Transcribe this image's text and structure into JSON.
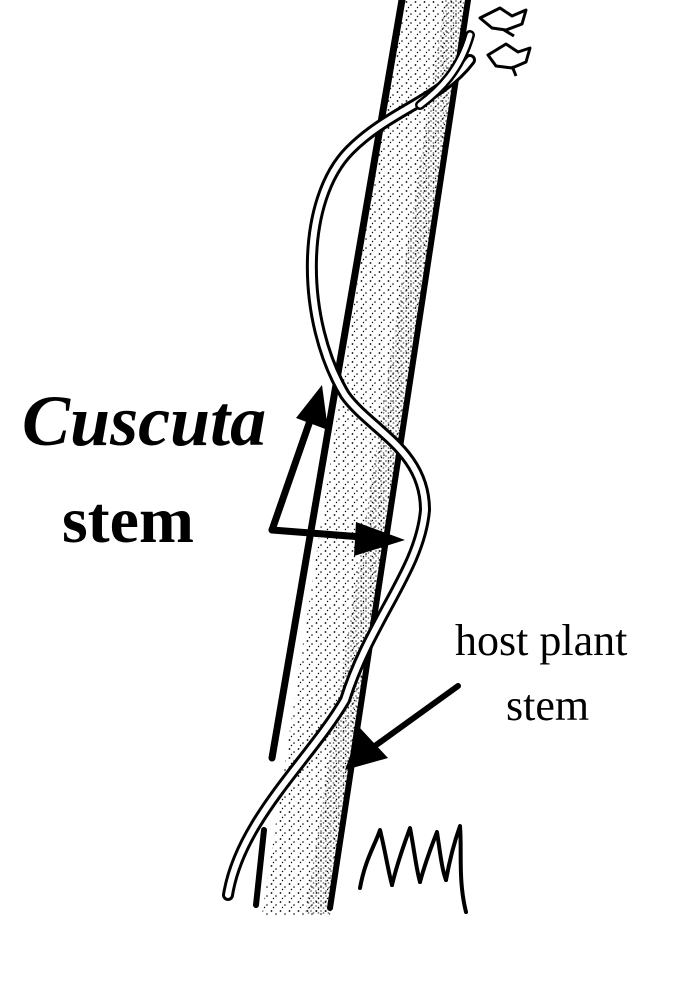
{
  "labels": {
    "cuscuta_name": "Cuscuta",
    "cuscuta_word": "stem",
    "host_line1": "host plant",
    "host_line2": "stem"
  },
  "colors": {
    "ink": "#000000",
    "background": "#ffffff"
  }
}
